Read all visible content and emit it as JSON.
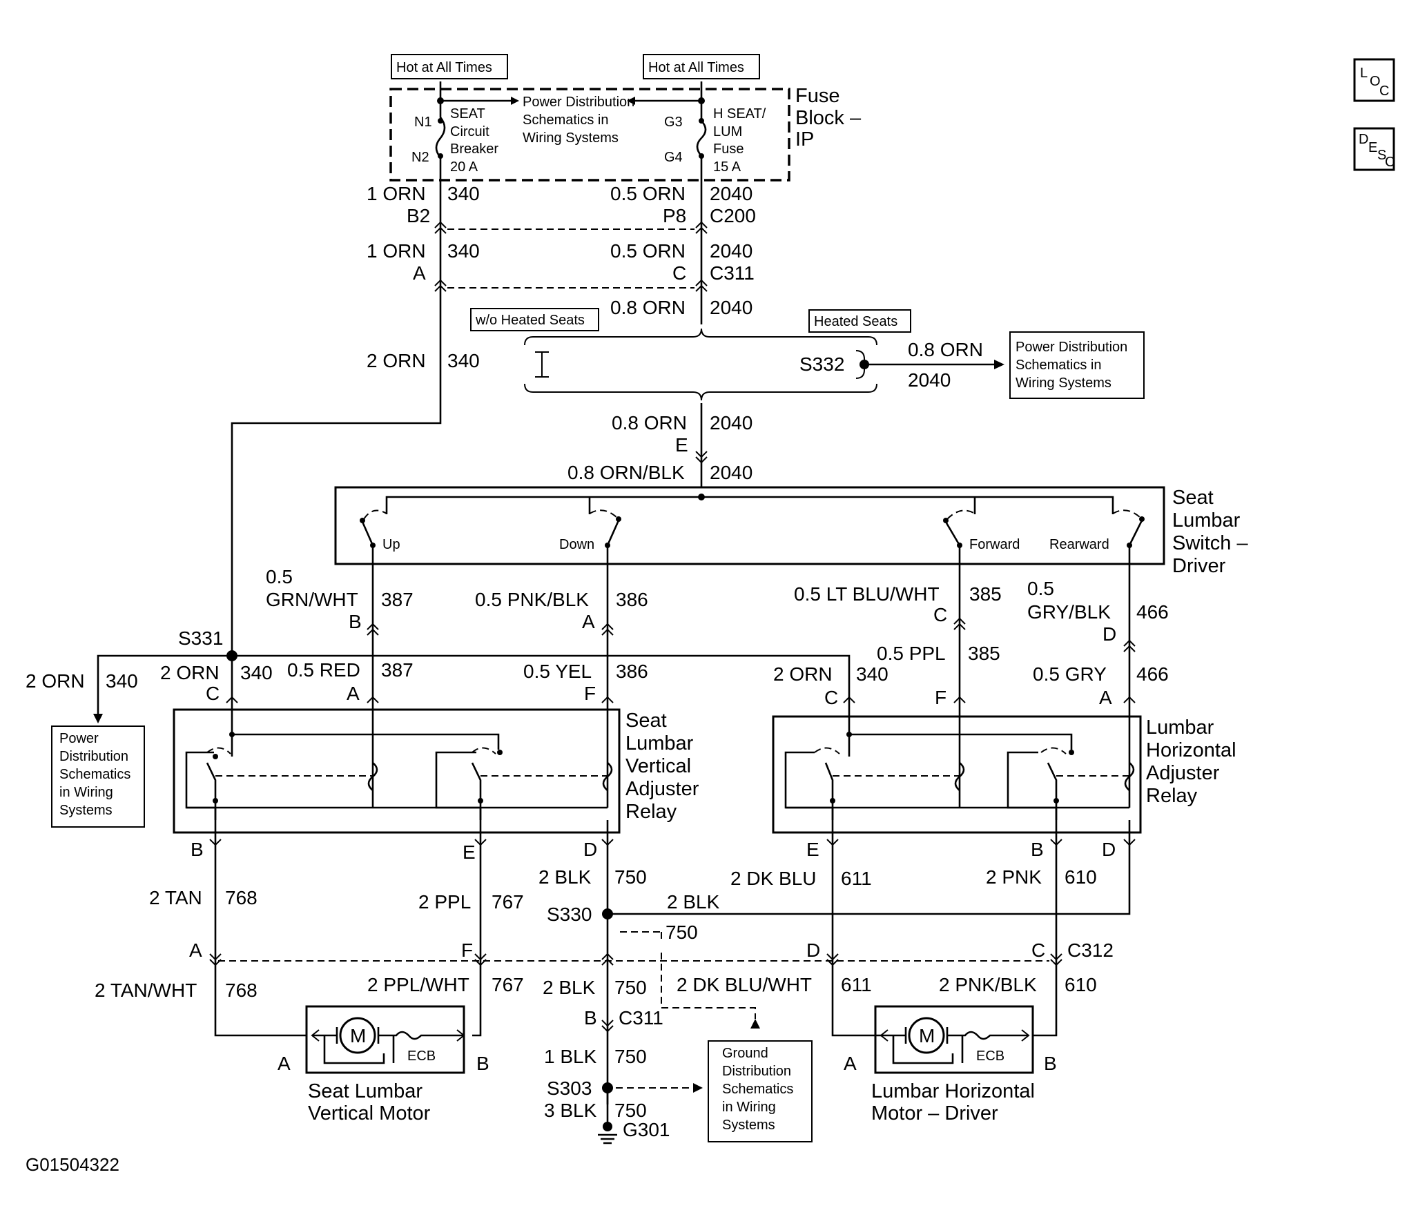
{
  "figure_id": "G01504322",
  "corner_icons": {
    "loc": [
      "L",
      "O",
      "C"
    ],
    "desc": [
      "D",
      "E",
      "S",
      "C"
    ]
  },
  "headers": {
    "hot1": "Hot at All Times",
    "hot2": "Hot at All Times",
    "pds_top": [
      "Power Distribution",
      "Schematics in",
      "Wiring Systems"
    ],
    "pds_right": [
      "Power Distribution",
      "Schematics in",
      "Wiring Systems"
    ],
    "pds_left": [
      "Power",
      "Distribution",
      "Schematics",
      "in Wiring",
      "Systems"
    ],
    "gds": [
      "Ground",
      "Distribution",
      "Schematics",
      "in Wiring",
      "Systems"
    ],
    "fuse_block": [
      "Fuse",
      "Block –",
      "IP"
    ],
    "wo_heated": "w/o Heated Seats",
    "heated": "Heated Seats"
  },
  "fuse": {
    "n1": "N1",
    "n2": "N2",
    "g3": "G3",
    "g4": "G4",
    "cb": [
      "SEAT",
      "Circuit",
      "Breaker",
      "20 A"
    ],
    "fuse": [
      "H SEAT/",
      "LUM",
      "Fuse",
      "15 A"
    ]
  },
  "wires": {
    "w1orn_a": "1 ORN",
    "w340_a": "340",
    "b2": "B2",
    "w05orn_a": "0.5 ORN",
    "w2040_a": "2040",
    "p8": "P8",
    "c200": "C200",
    "w1orn_b": "1 ORN",
    "w340_b": "340",
    "pinA_c311": "A",
    "w05orn_b": "0.5 ORN",
    "w2040_b": "2040",
    "pinC_c311": "C",
    "c311_top": "C311",
    "w08orn_a": "0.8 ORN",
    "w2040_c": "2040",
    "w2orn_main": "2 ORN",
    "w340_main": "340",
    "s332": "S332",
    "w08orn_s332": "0.8 ORN",
    "w2040_s332": "2040",
    "w08orn_e": "0.8 ORN",
    "w2040_e": "2040",
    "pinE": "E",
    "w08ornblk": "0.8 ORN/BLK",
    "w2040_f": "2040",
    "w05_387": "0.5",
    "grnwht": "GRN/WHT",
    "c387": "387",
    "pinB_387": "B",
    "pnkblk": "0.5 PNK/BLK",
    "c386": "386",
    "pinA_386": "A",
    "ltbluwht": "0.5 LT BLU/WHT",
    "c385": "385",
    "pinC_385": "C",
    "w05_466": "0.5",
    "gryblk": "GRY/BLK",
    "c466": "466",
    "pinD_466": "D",
    "s331": "S331",
    "w2orn_left": "2 ORN",
    "c340_left": "340",
    "w2orn_c": "2 ORN",
    "c340_c": "340",
    "pinC_v": "C",
    "red": "0.5 RED",
    "c387b": "387",
    "pinA_v": "A",
    "yel": "0.5 YEL",
    "c386b": "386",
    "pinF_v": "F",
    "w2orn_h": "2 ORN",
    "c340_h": "340",
    "pinC_h": "C",
    "ppl05": "0.5 PPL",
    "c385b": "385",
    "pinF_h": "F",
    "gry05": "0.5 GRY",
    "c466b": "466",
    "pinA_h": "A",
    "pinB_v": "B",
    "pinE_v": "E",
    "pinD_v": "D",
    "pinE_h": "E",
    "pinB_h": "B",
    "pinD_h": "D",
    "tan": "2 TAN",
    "c768": "768",
    "ppl2": "2 PPL",
    "c767": "767",
    "blk2": "2 BLK",
    "c750": "750",
    "dkblu": "2 DK BLU",
    "c611": "611",
    "pnk2": "2 PNK",
    "c610": "610",
    "s330": "S330",
    "blk2b": "2 BLK",
    "c750b": "750",
    "pinA_c312": "A",
    "pinF_c312": "F",
    "pinD_c312": "D",
    "pinC_c312": "C",
    "c312": "C312",
    "tanwht": "2 TAN/WHT",
    "c768b": "768",
    "pplwht": "2 PPL/WHT",
    "c767b": "767",
    "blk2c": "2 BLK",
    "c750c": "750",
    "dkbluwht": "2 DK BLU/WHT",
    "c611b": "611",
    "pnkblk2": "2 PNK/BLK",
    "c610b": "610",
    "pinB_c311": "B",
    "c311_bot": "C311",
    "blk1": "1 BLK",
    "c750d": "750",
    "s303": "S303",
    "blk3": "3 BLK",
    "c750e": "750",
    "g301": "G301"
  },
  "components": {
    "switch_title": [
      "Seat",
      "Lumbar",
      "Switch –",
      "Driver"
    ],
    "switch_up": "Up",
    "switch_down": "Down",
    "switch_fwd": "Forward",
    "switch_rwd": "Rearward",
    "vrelay_title": [
      "Seat",
      "Lumbar",
      "Vertical",
      "Adjuster",
      "Relay"
    ],
    "hrelay_title": [
      "Lumbar",
      "Horizontal",
      "Adjuster",
      "Relay"
    ],
    "vmotor_title": [
      "Seat Lumbar",
      "Vertical Motor"
    ],
    "hmotor_title": [
      "Lumbar Horizontal",
      "Motor – Driver"
    ],
    "motor_m": "M",
    "ecb": "ECB",
    "vmotor_a": "A",
    "vmotor_b": "B",
    "hmotor_a": "A",
    "hmotor_b": "B"
  }
}
